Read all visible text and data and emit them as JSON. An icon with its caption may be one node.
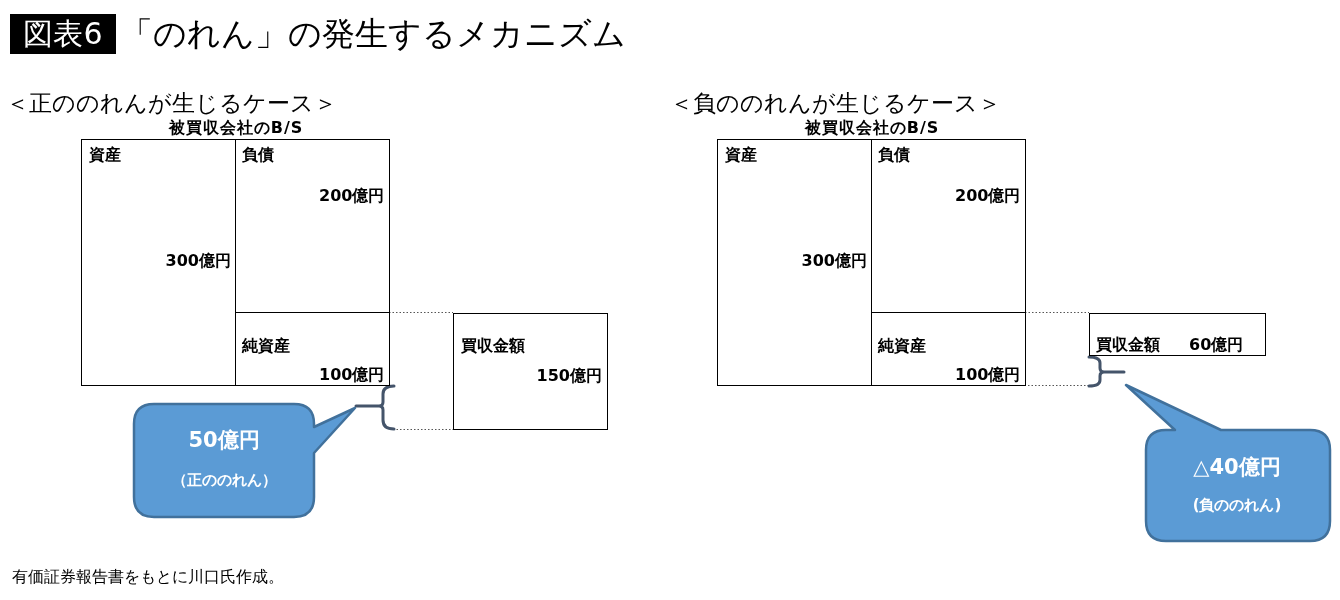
{
  "diagram": {
    "title": "「のれん」の発生するメカニズム",
    "nodes": [
      {
        "text": [
          "資産",
          "300億円"
        ]
      },
      {
        "text": [
          "負債",
          "200億円"
        ]
      },
      {
        "text": [
          "純資産",
          "100億円"
        ]
      },
      {
        "text": [
          "買収金額",
          "150億円"
        ]
      },
      {
        "text": [
          "50億円",
          "（正ののれん）"
        ]
      },
      {
        "text": [
          "資産",
          "300億円"
        ]
      },
      {
        "text": [
          "負債",
          "200億円"
        ]
      },
      {
        "text": [
          "純資産",
          "100億円"
        ]
      },
      {
        "text": [
          "買収金額",
          "60億円"
        ]
      },
      {
        "text": [
          "△40億円",
          "(負ののれん)"
        ]
      }
    ],
    "labels": [
      "図表6",
      "＜正ののれんが生じるケース＞",
      "＜負ののれんが生じるケース＞",
      "被買収会社のB/S",
      "被買収会社のB/S"
    ],
    "caption": "有価証券報告書をもとに川口氏作成。"
  }
}
